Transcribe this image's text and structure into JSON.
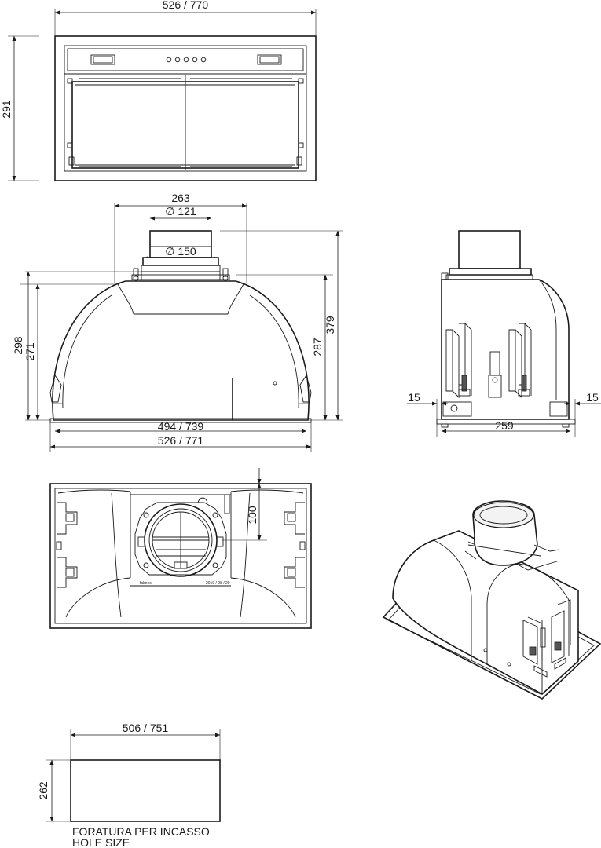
{
  "dimensions": {
    "front_width": "526 / 770",
    "front_height": "291",
    "duct_outer": "263",
    "duct_inner": "∅ 121",
    "duct_flange": "∅ 150",
    "side_height_1": "298",
    "side_height_2": "271",
    "side_height_3": "287",
    "side_height_4": "379",
    "base_width_inner": "494 / 739",
    "base_width_outer": "526 / 771",
    "side_margin_left": "15",
    "side_margin_right": "15",
    "side_depth": "259",
    "top_offset": "100",
    "hole_width": "506 / 751",
    "hole_height": "262"
  },
  "brand_marks": {
    "logo": "falmec",
    "plate": "2019 / 08 / 20"
  },
  "caption": {
    "line1": "FORATURA PER INCASSO",
    "line2": "HOLE SIZE"
  }
}
